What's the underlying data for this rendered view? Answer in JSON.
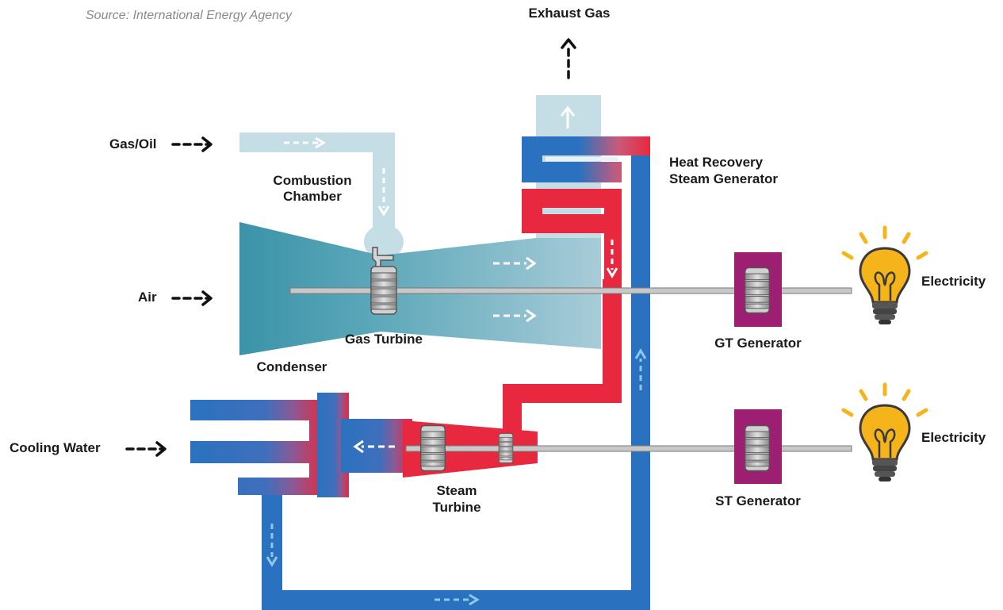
{
  "source": "Source: International Energy Agency",
  "labels": {
    "exhaust_gas": "Exhaust Gas",
    "gas_oil": "Gas/Oil",
    "combustion_line1": "Combustion",
    "combustion_line2": "Chamber",
    "hrsg_line1": "Heat Recovery",
    "hrsg_line2": "Steam Generator",
    "air": "Air",
    "gas_turbine": "Gas Turbine",
    "condenser": "Condenser",
    "gt_generator": "GT Generator",
    "electricity_1": "Electricity",
    "cooling_water": "Cooling Water",
    "steam_line1": "Steam",
    "steam_line2": "Turbine",
    "st_generator": "ST Generator",
    "electricity_2": "Electricity"
  },
  "colors": {
    "water_blue": "#2a72bf",
    "steam_red": "#e8283e",
    "turbine_dark": "#3b93a8",
    "turbine_light": "#a4cbd7",
    "gas_pipe": "#c5dde5",
    "generator": "#9c1f72",
    "bulb": "#f5b51a",
    "text": "#1a1a1a"
  },
  "icons": [
    "lightbulb-icon",
    "gear-icon",
    "arrow-icon"
  ]
}
